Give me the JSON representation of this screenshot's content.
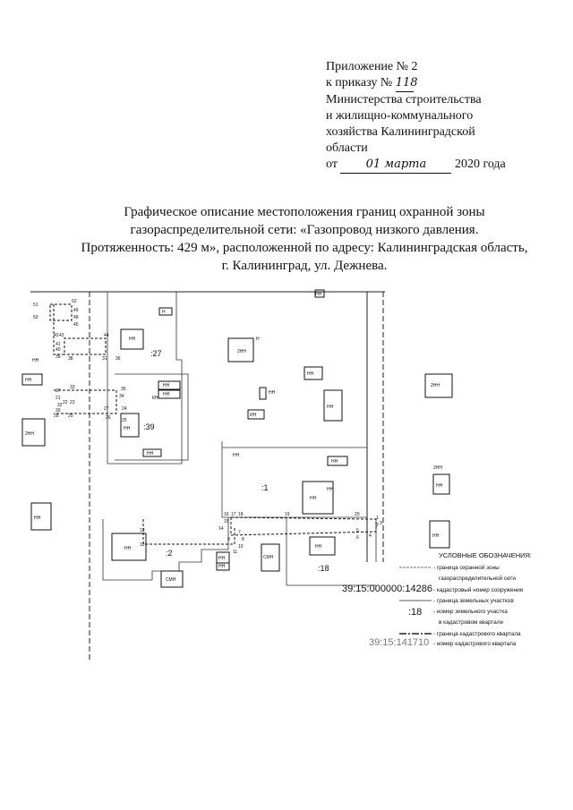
{
  "header": {
    "line1": "Приложение № 2",
    "line2_prefix": "к приказу №",
    "order_number_handwritten": "118",
    "line3": "Министерства строительства",
    "line4": "и жилищно-коммунального",
    "line5": "хозяйства Калининградской",
    "line6": "области",
    "date_prefix": "от",
    "date_handwritten": "01 марта",
    "date_suffix": "2020 года"
  },
  "title": {
    "line1": "Графическое описание местоположения границ охранной зоны",
    "line2": "газораспределительной сети: «Газопровод низкого давления.",
    "line3": "Протяженность: 429 м», расположенной по адресу: Калининградская область,",
    "line4": "г. Калининград, ул. Дежнева."
  },
  "map": {
    "parcel_labels": [
      ":27",
      ":39",
      ":1",
      ":2",
      ":18"
    ],
    "cadastral_number_structure": "39:15:000000:14286",
    "parcel_number_sample": ":18",
    "cadastral_quarter": "39:15:141710",
    "building_labels": [
      "Н",
      "НН",
      "НН",
      "НН",
      "НН",
      "НН",
      "НН",
      "2НН",
      "2НН",
      "НН",
      "НН",
      "2НН",
      "НН",
      "НН",
      "ИН",
      "НН",
      "КН",
      "НН",
      "НН",
      "СМН",
      "СМН",
      "НН",
      "2НН",
      "НН",
      "НН",
      "НН",
      "Н",
      "НН",
      "НН",
      "НН",
      "НН",
      "НН"
    ],
    "point_labels": [
      "51",
      "50",
      "52",
      "48",
      "49",
      "42",
      "43",
      "44",
      "45",
      "41",
      "40",
      "39",
      "38",
      "37",
      "36",
      "33",
      "32",
      "35",
      "34",
      "31",
      "30",
      "28",
      "29",
      "27",
      "26",
      "25",
      "24",
      "23",
      "22",
      "21",
      "20",
      "19",
      "18",
      "17",
      "16",
      "15",
      "14",
      "13",
      "12",
      "11",
      "10",
      "9",
      "8",
      "7",
      "6",
      "5",
      "4",
      "3",
      "2",
      "1"
    ]
  },
  "legend": {
    "title": "УСЛОВНЫЕ ОБОЗНАЧЕНИЯ:",
    "items": [
      {
        "text": "- граница охранной зоны"
      },
      {
        "text": "газораспределительной сети"
      },
      {
        "text": "- кадастровый номер сооружения"
      },
      {
        "text": "- граница земельных участков"
      },
      {
        "text": "- номер земельного участка"
      },
      {
        "text": "в кадастровом квартале"
      },
      {
        "text": "- граница кадастрового квартала"
      },
      {
        "text": "- номер кадастрового квартала"
      }
    ]
  }
}
